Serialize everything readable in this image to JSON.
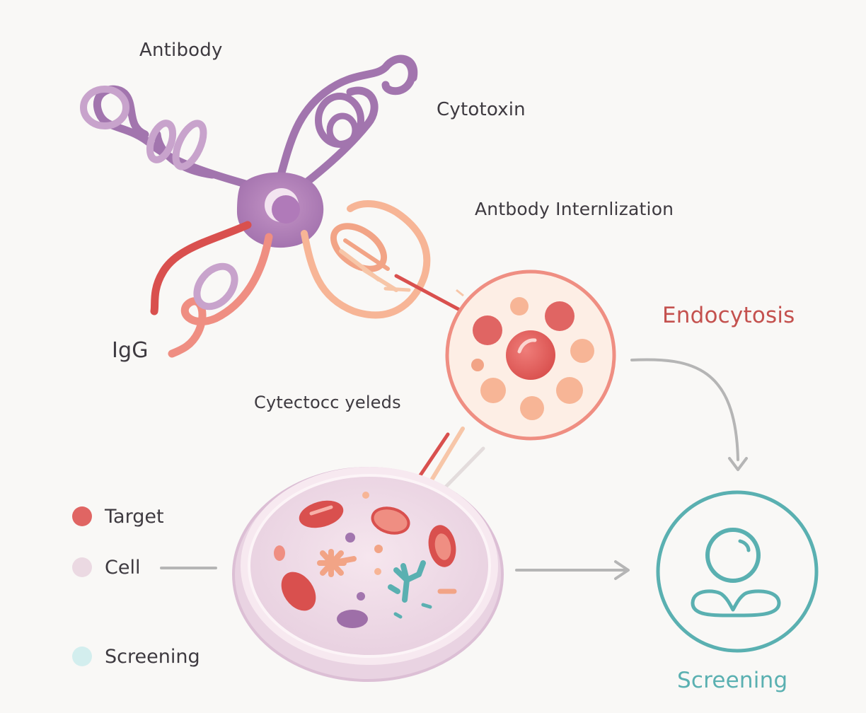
{
  "labels": {
    "antibody": "Antibody",
    "cytotoxin": "Cytotoxin",
    "internalization": "Antbody Internlization",
    "endocytosis": "Endocytosis",
    "igg": "IgG",
    "cytectocc": "Cytectocc yeleds",
    "screening_bottom": "Screening"
  },
  "legend": [
    {
      "label": "Target",
      "color": "#e06563"
    },
    {
      "label": "Cell",
      "color": "#ebd9e2"
    },
    {
      "label": "Screening",
      "color": "#d3eeee"
    }
  ],
  "colors": {
    "antibody_purple": "#a275ae",
    "antibody_light_purple": "#c8a3cc",
    "red": "#d9504e",
    "salmon": "#f2a486",
    "peach_light": "#f7c6a8",
    "cell_fill": "#fdeee5",
    "dish_fill": "#f0dde8",
    "teal": "#5ab0b1",
    "arrow_gray": "#b5b5b5"
  },
  "icons": {
    "antibody": "antibody-molecule-icon",
    "cell": "endosome-cell-icon",
    "dish": "petri-dish-icon",
    "screening": "person-screening-icon"
  }
}
